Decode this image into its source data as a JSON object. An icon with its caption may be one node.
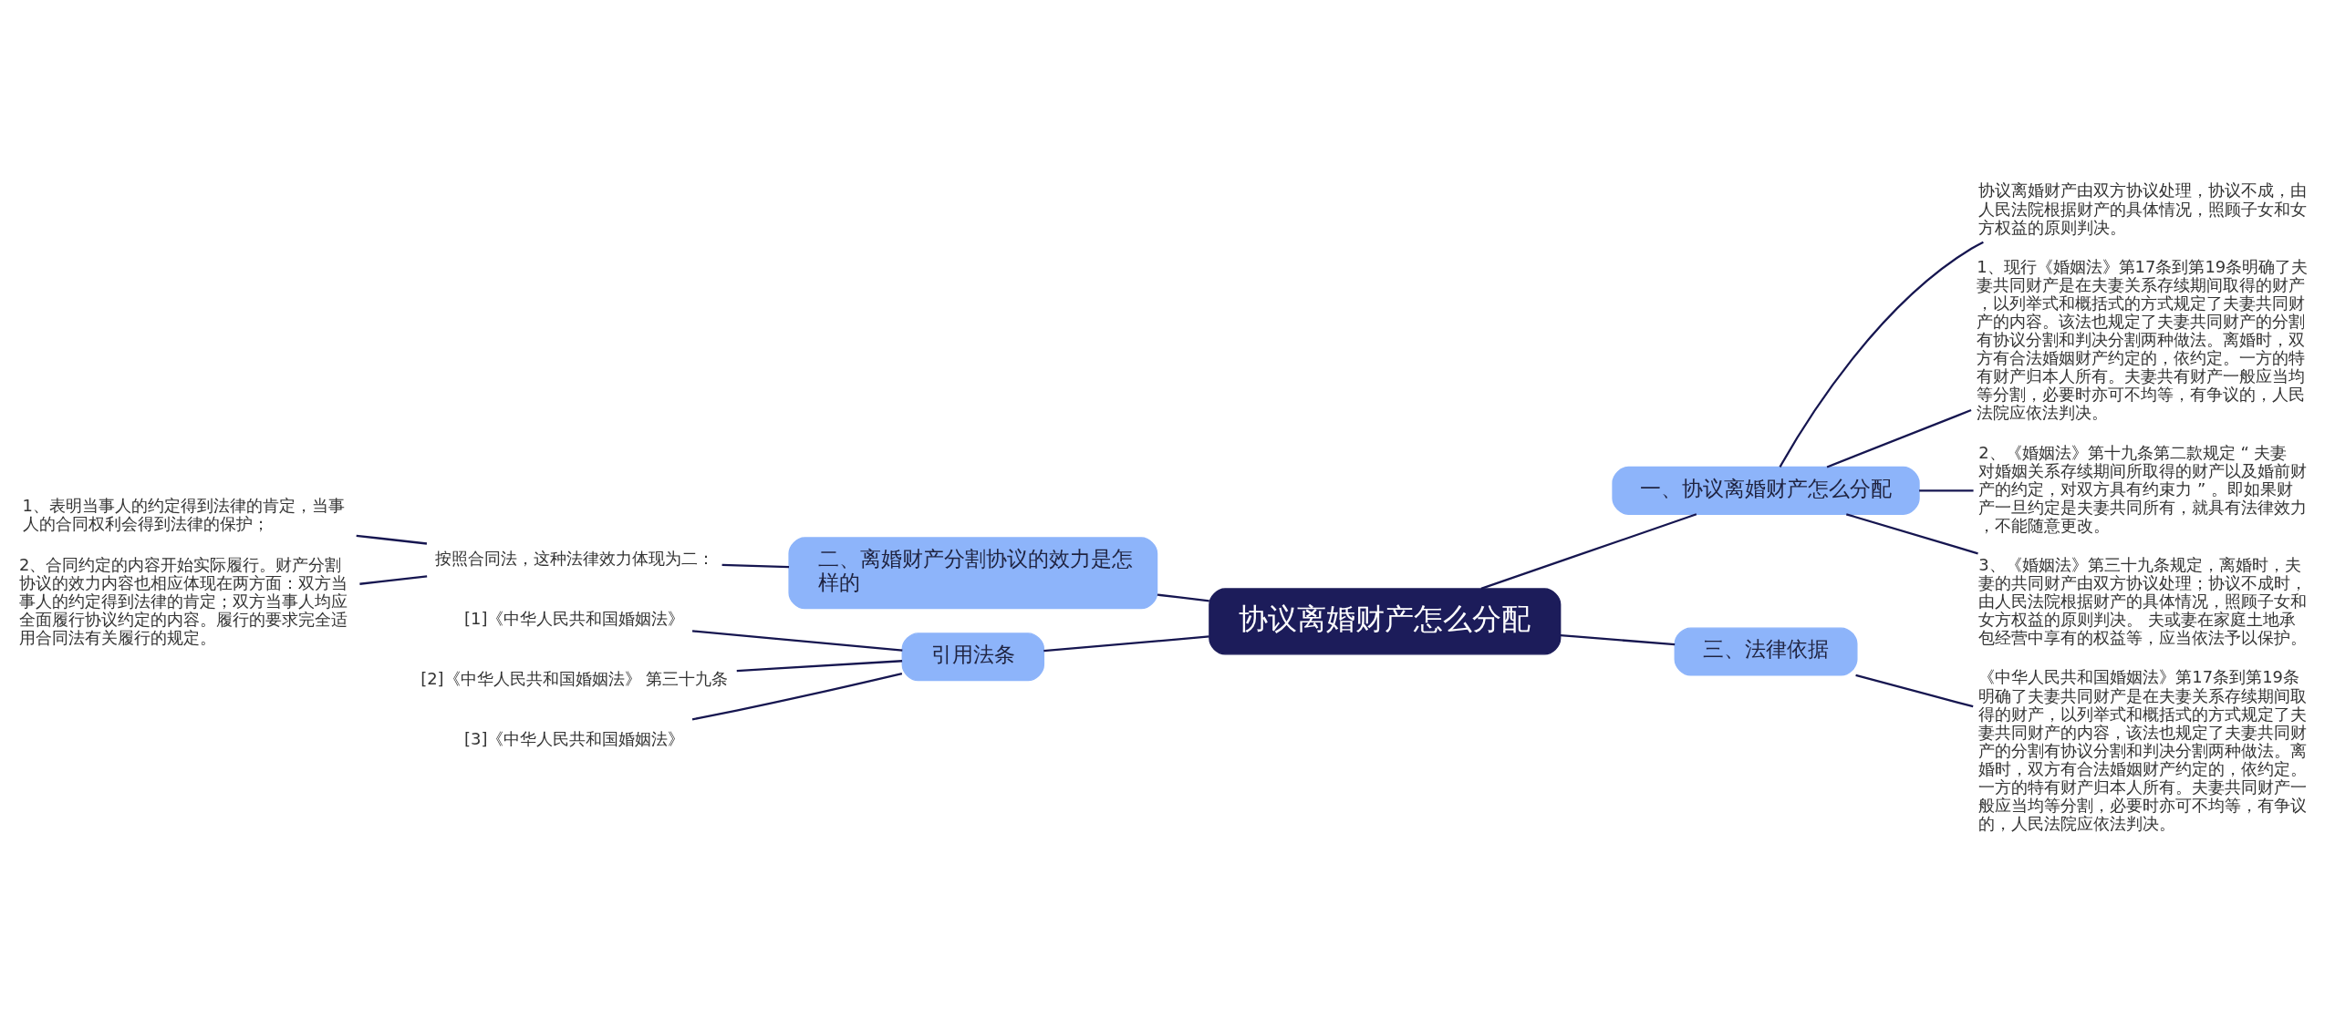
{
  "diagram": {
    "nodes": [
      {
        "text": [
          "协议离婚财产怎么分配"
        ]
      },
      {
        "text": [
          "一、协议离婚财产怎么分配"
        ]
      },
      {
        "text": [
          "协议离婚财产由双方协议处理，协议不成，由人民法院根据财产的具体情况，照顾子女和女方权益的原则判决。"
        ]
      },
      {
        "text": [
          "1、现行《婚姻法》第17条到第19条明确了夫妻共同财产是在夫妻关系存续期间取得的财产，以列举式和概括式的方式规定了夫妻共同财产的内容。该法也规定了夫妻共同财产的分割有协议分割和判决分割两种做法。离婚时，双方有合法婚姻财产约定的，依约定。一方的特有财产归本人所有。夫妻共有财产一般应当均等分割，必要时亦可不均等，有争议的，人民法院应依法判决。"
        ]
      },
      {
        "text": [
          "2、《婚姻法》第十九条第二款规定 “ 夫妻对婚姻关系存续期间所取得的财产以及婚前财产的约定，对双方具有约束力 ” 。即如果财产一旦约定是夫妻共同所有，就具有法律效力，不能随意更改。"
        ]
      },
      {
        "text": [
          "3、《婚姻法》第三十九条规定，离婚时，夫妻的共同财产由双方协议处理；协议不成时，由人民法院根据财产的具体情况，照顾子女和女方权益的原则判决。 夫或妻在家庭土地承包经营中享有的权益等，应当依法予以保护。"
        ]
      },
      {
        "text": [
          "二、离婚财产分割协议的效力是怎样的"
        ]
      },
      {
        "text": [
          "按照合同法，这种法律效力体现为二："
        ]
      },
      {
        "text": [
          "1、表明当事人的约定得到法律的肯定，当事人的合同权利会得到法律的保护；"
        ]
      },
      {
        "text": [
          "2、合同约定的内容开始实际履行。财产分割协议的效力内容也相应体现在两方面：双方当事人的约定得到法律的肯定；双方当事人均应全面履行协议约定的内容。履行的要求完全适用合同法有关履行的规定。"
        ]
      },
      {
        "text": [
          "引用法条"
        ]
      },
      {
        "text": [
          "[1]《中华人民共和国婚姻法》"
        ]
      },
      {
        "text": [
          "[2]《中华人民共和国婚姻法》 第三十九条"
        ]
      },
      {
        "text": [
          "[3]《中华人民共和国婚姻法》"
        ]
      },
      {
        "text": [
          "三、法律依据"
        ]
      },
      {
        "text": [
          "《中华人民共和国婚姻法》第17条到第19条明确了夫妻共同财产是在夫妻关系存续期间取得的财产，以列举式和概括式的方式规定了夫妻共同财产的内容，该法也规定了夫妻共同财产的分割有协议分割和判决分割两种做法。离婚时，双方有合法婚姻财产约定的，依约定。一方的特有财产归本人所有。夫妻共同财产一般应当均等分割，必要时亦可不均等，有争议的，人民法院应依法判决。"
        ]
      }
    ],
    "edges": [
      {
        "from": 0,
        "to": 1,
        "arrow": "none"
      },
      {
        "from": 1,
        "to": 2,
        "arrow": "none"
      },
      {
        "from": 1,
        "to": 3,
        "arrow": "none"
      },
      {
        "from": 1,
        "to": 4,
        "arrow": "none"
      },
      {
        "from": 1,
        "to": 5,
        "arrow": "none"
      },
      {
        "from": 0,
        "to": 6,
        "arrow": "none"
      },
      {
        "from": 6,
        "to": 7,
        "arrow": "none"
      },
      {
        "from": 7,
        "to": 8,
        "arrow": "none"
      },
      {
        "from": 7,
        "to": 9,
        "arrow": "none"
      },
      {
        "from": 0,
        "to": 10,
        "arrow": "none"
      },
      {
        "from": 10,
        "to": 11,
        "arrow": "none"
      },
      {
        "from": 10,
        "to": 12,
        "arrow": "none"
      },
      {
        "from": 10,
        "to": 13,
        "arrow": "none"
      },
      {
        "from": 0,
        "to": 14,
        "arrow": "none"
      },
      {
        "from": 14,
        "to": 15,
        "arrow": "none"
      }
    ]
  }
}
